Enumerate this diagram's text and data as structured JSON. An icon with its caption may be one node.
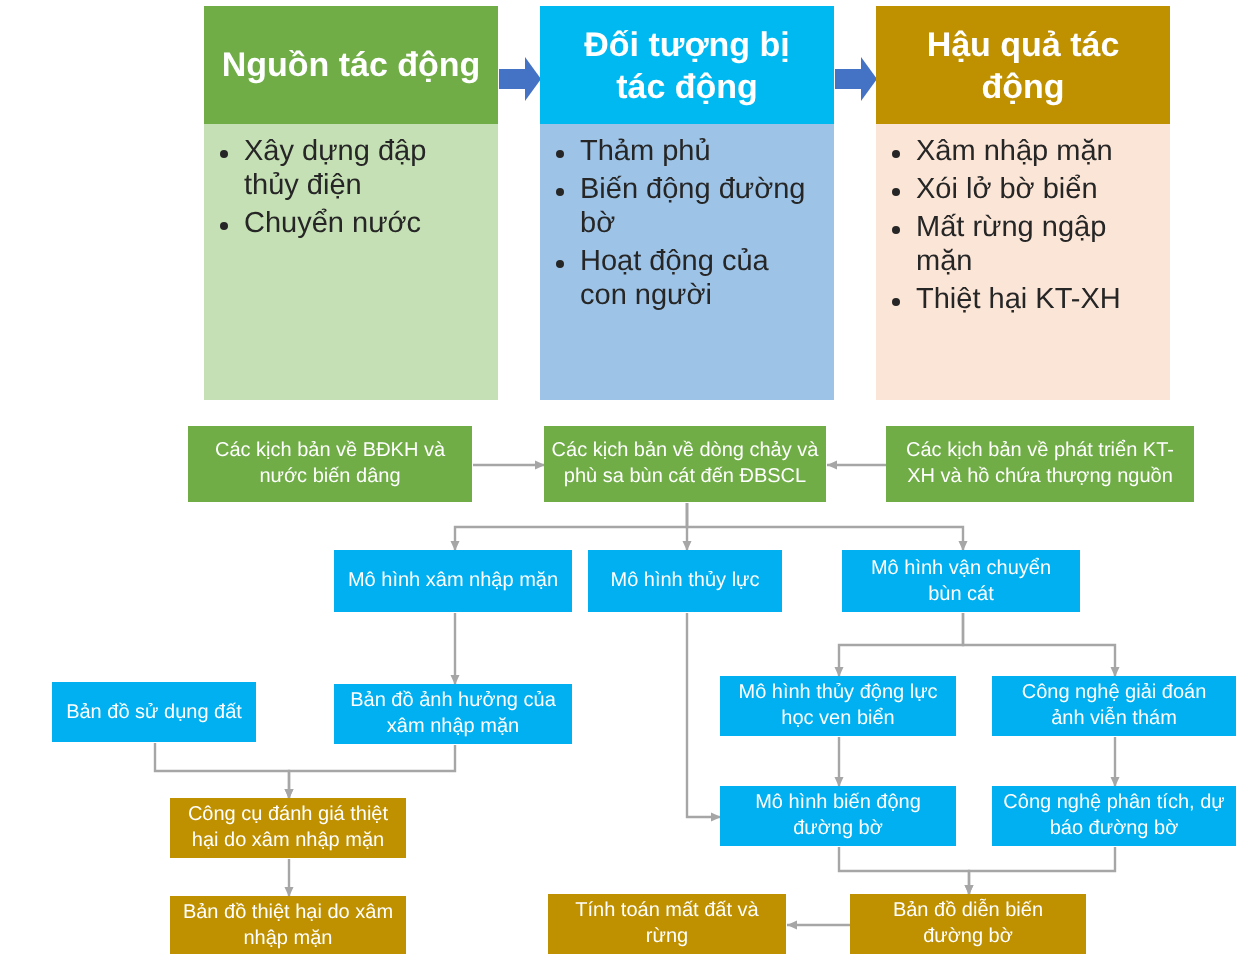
{
  "diagram": {
    "nodes": [
      {
        "text": [
          "Nguồn tác động",
          "Xây dựng đập thủy điện",
          "Chuyển nước"
        ]
      },
      {
        "text": [
          "Đối tượng bị tác động",
          "Thảm phủ",
          "Biến động đường bờ",
          "Hoạt động của con người"
        ]
      },
      {
        "text": [
          "Hậu quả tác động",
          "Xâm nhập mặn",
          "Xói lở bờ biển",
          "Mất rừng ngập mặn",
          "Thiệt hại KT-XH"
        ]
      },
      {
        "text": [
          "Các kịch bản về BĐKH và nước biến dâng"
        ]
      },
      {
        "text": [
          "Các kịch bản về dòng chảy và phù sa bùn cát đến ĐBSCL"
        ]
      },
      {
        "text": [
          "Các kịch bản về phát triển KT-XH và hồ chứa thượng nguồn"
        ]
      },
      {
        "text": [
          "Mô hình xâm nhập mặn"
        ]
      },
      {
        "text": [
          "Mô hình thủy lực"
        ]
      },
      {
        "text": [
          "Mô hình vận chuyển bùn cát"
        ]
      },
      {
        "text": [
          "Bản đồ sử dụng đất"
        ]
      },
      {
        "text": [
          "Bản đồ ảnh hưởng của xâm nhập mặn"
        ]
      },
      {
        "text": [
          "Mô hình thủy động lực học ven biển"
        ]
      },
      {
        "text": [
          "Công nghệ giải đoán ảnh viễn thám"
        ]
      },
      {
        "text": [
          "Mô hình biến động đường bờ"
        ]
      },
      {
        "text": [
          "Công nghệ phân tích, dự báo đường bờ"
        ]
      },
      {
        "text": [
          "Công cụ đánh giá thiệt hại do xâm nhập mặn"
        ]
      },
      {
        "text": [
          "Bản đồ thiệt hại do xâm nhập mặn"
        ]
      },
      {
        "text": [
          "Tính toán mất đất và rừng"
        ]
      },
      {
        "text": [
          "Bản đồ diễn biến đường bờ"
        ]
      }
    ],
    "edges": [
      {
        "from": 0,
        "to": 1,
        "arrow": "to",
        "style": "thick",
        "color": "#4472c4"
      },
      {
        "from": 1,
        "to": 2,
        "arrow": "to",
        "style": "thick",
        "color": "#4472c4"
      },
      {
        "from": 3,
        "to": 4,
        "arrow": "to"
      },
      {
        "from": 5,
        "to": 4,
        "arrow": "to"
      },
      {
        "from": 4,
        "to": 6,
        "arrow": "to"
      },
      {
        "from": 4,
        "to": 7,
        "arrow": "to"
      },
      {
        "from": 4,
        "to": 8,
        "arrow": "to"
      },
      {
        "from": 6,
        "to": 10,
        "arrow": "to"
      },
      {
        "from": 9,
        "to": 15,
        "arrow": "to"
      },
      {
        "from": 10,
        "to": 15,
        "arrow": "to"
      },
      {
        "from": 15,
        "to": 16,
        "arrow": "to"
      },
      {
        "from": 8,
        "to": 11,
        "arrow": "to"
      },
      {
        "from": 8,
        "to": 12,
        "arrow": "to"
      },
      {
        "from": 11,
        "to": 13,
        "arrow": "to"
      },
      {
        "from": 12,
        "to": 14,
        "arrow": "to"
      },
      {
        "from": 7,
        "to": 13,
        "arrow": "to"
      },
      {
        "from": 13,
        "to": 18,
        "arrow": "to"
      },
      {
        "from": 14,
        "to": 18,
        "arrow": "to"
      },
      {
        "from": 18,
        "to": 17,
        "arrow": "to"
      }
    ]
  }
}
